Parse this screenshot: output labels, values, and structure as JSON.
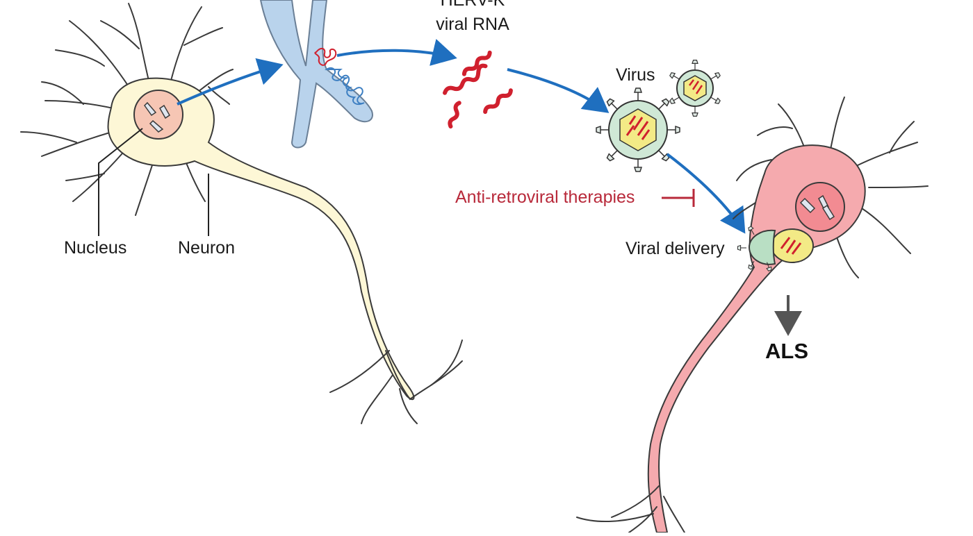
{
  "labels": {
    "nucleus": "Nucleus",
    "neuron": "Neuron",
    "herv_line1": "HERV-K",
    "herv_line2": "viral RNA",
    "virus": "Virus",
    "therapy": "Anti-retroviral therapies",
    "delivery": "Viral delivery",
    "outcome": "ALS"
  },
  "colors": {
    "healthy_neuron": "#fdf7d6",
    "diseased_neuron": "#f5aaae",
    "nucleus": "#f6c6b4",
    "chromosome": "#b9d3ec",
    "rna": "#d0202e",
    "virus_shell": "#cfe8d6",
    "virus_core": "#f3ea86",
    "arrow": "#1f6fbf",
    "inhibitor": "#b8293a"
  },
  "icons": [
    "chromosome-icon",
    "rna-strand-icon",
    "virus-particle-icon",
    "inhibition-bar-icon"
  ]
}
